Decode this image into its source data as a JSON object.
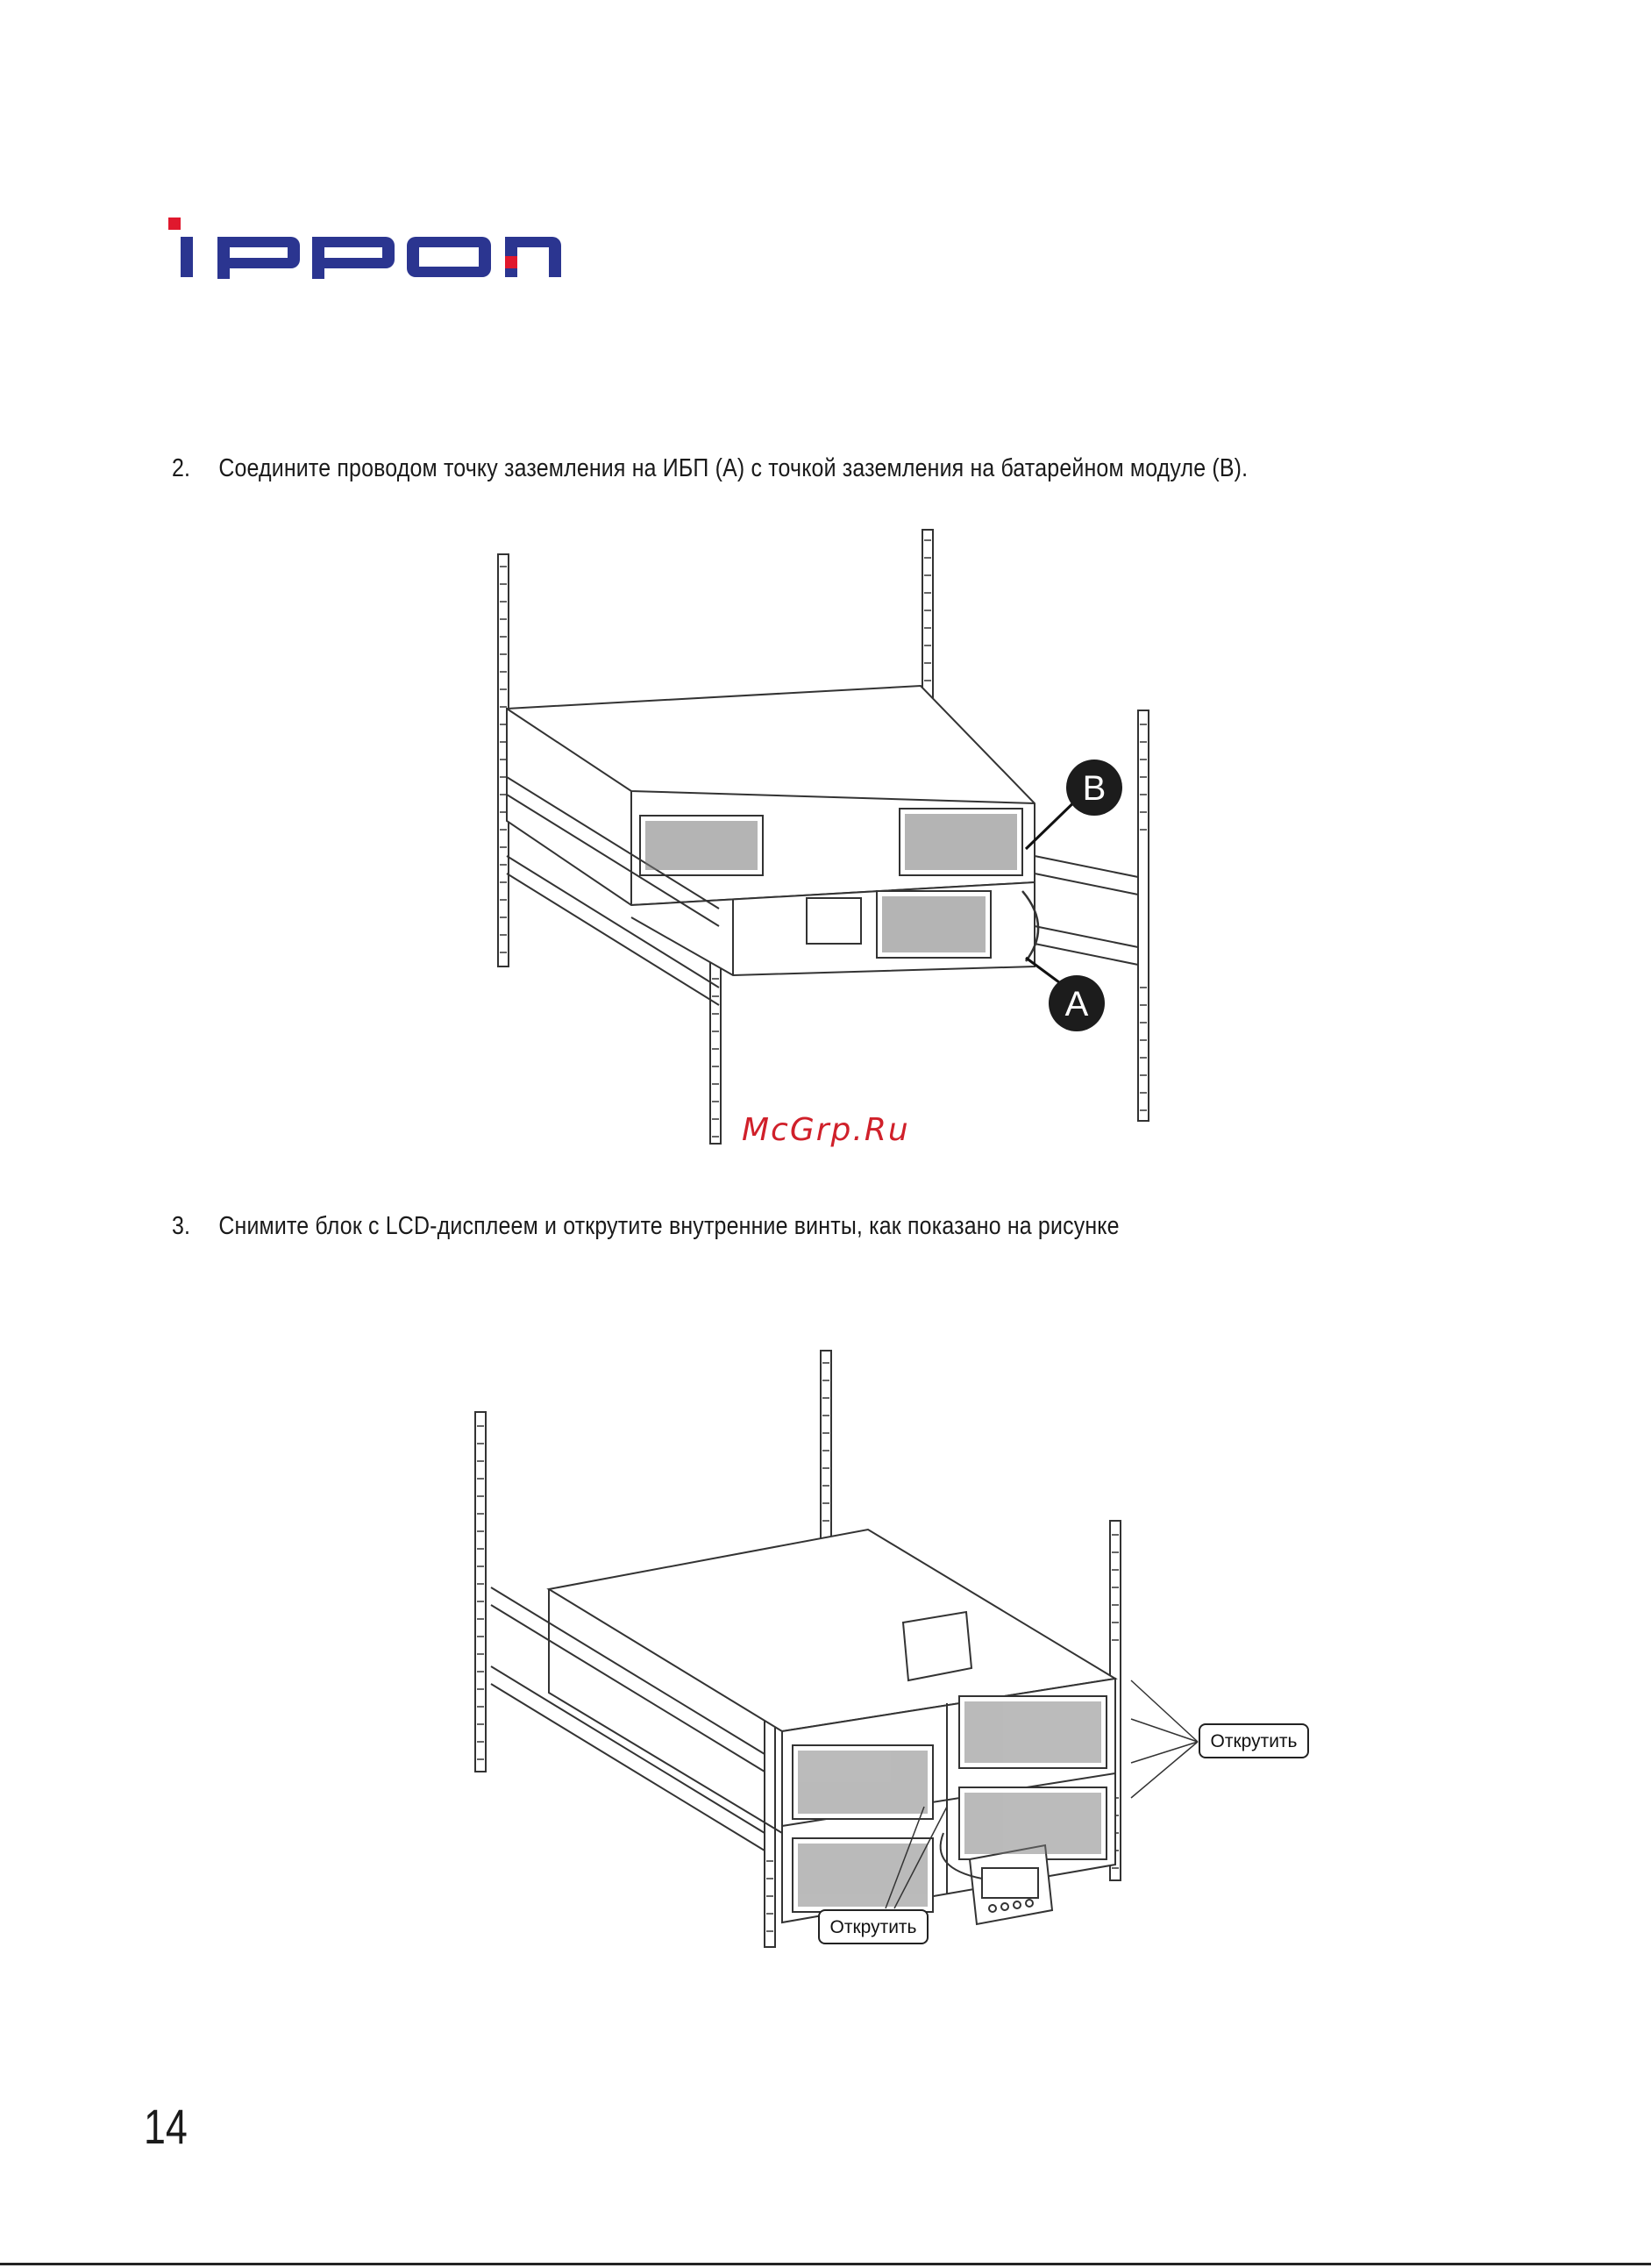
{
  "header": {
    "logo_text": "IPPON",
    "brand_color": "#2b3590",
    "accent_color": "#e0182d"
  },
  "steps": [
    {
      "number": "2.",
      "text": "Соедините проводом точку заземления на ИБП (А) с точкой заземления на батарейном модуле (В)."
    },
    {
      "number": "3.",
      "text": "Снимите блок с LCD-дисплеем и открутите внутренние винты, как показано на рисунке"
    }
  ],
  "figure1": {
    "label_b": "B",
    "label_a": "A"
  },
  "figure2": {
    "callout_right": "Открутить",
    "callout_bottom": "Открутить"
  },
  "watermark": "McGrp.Ru",
  "page_number": "14"
}
